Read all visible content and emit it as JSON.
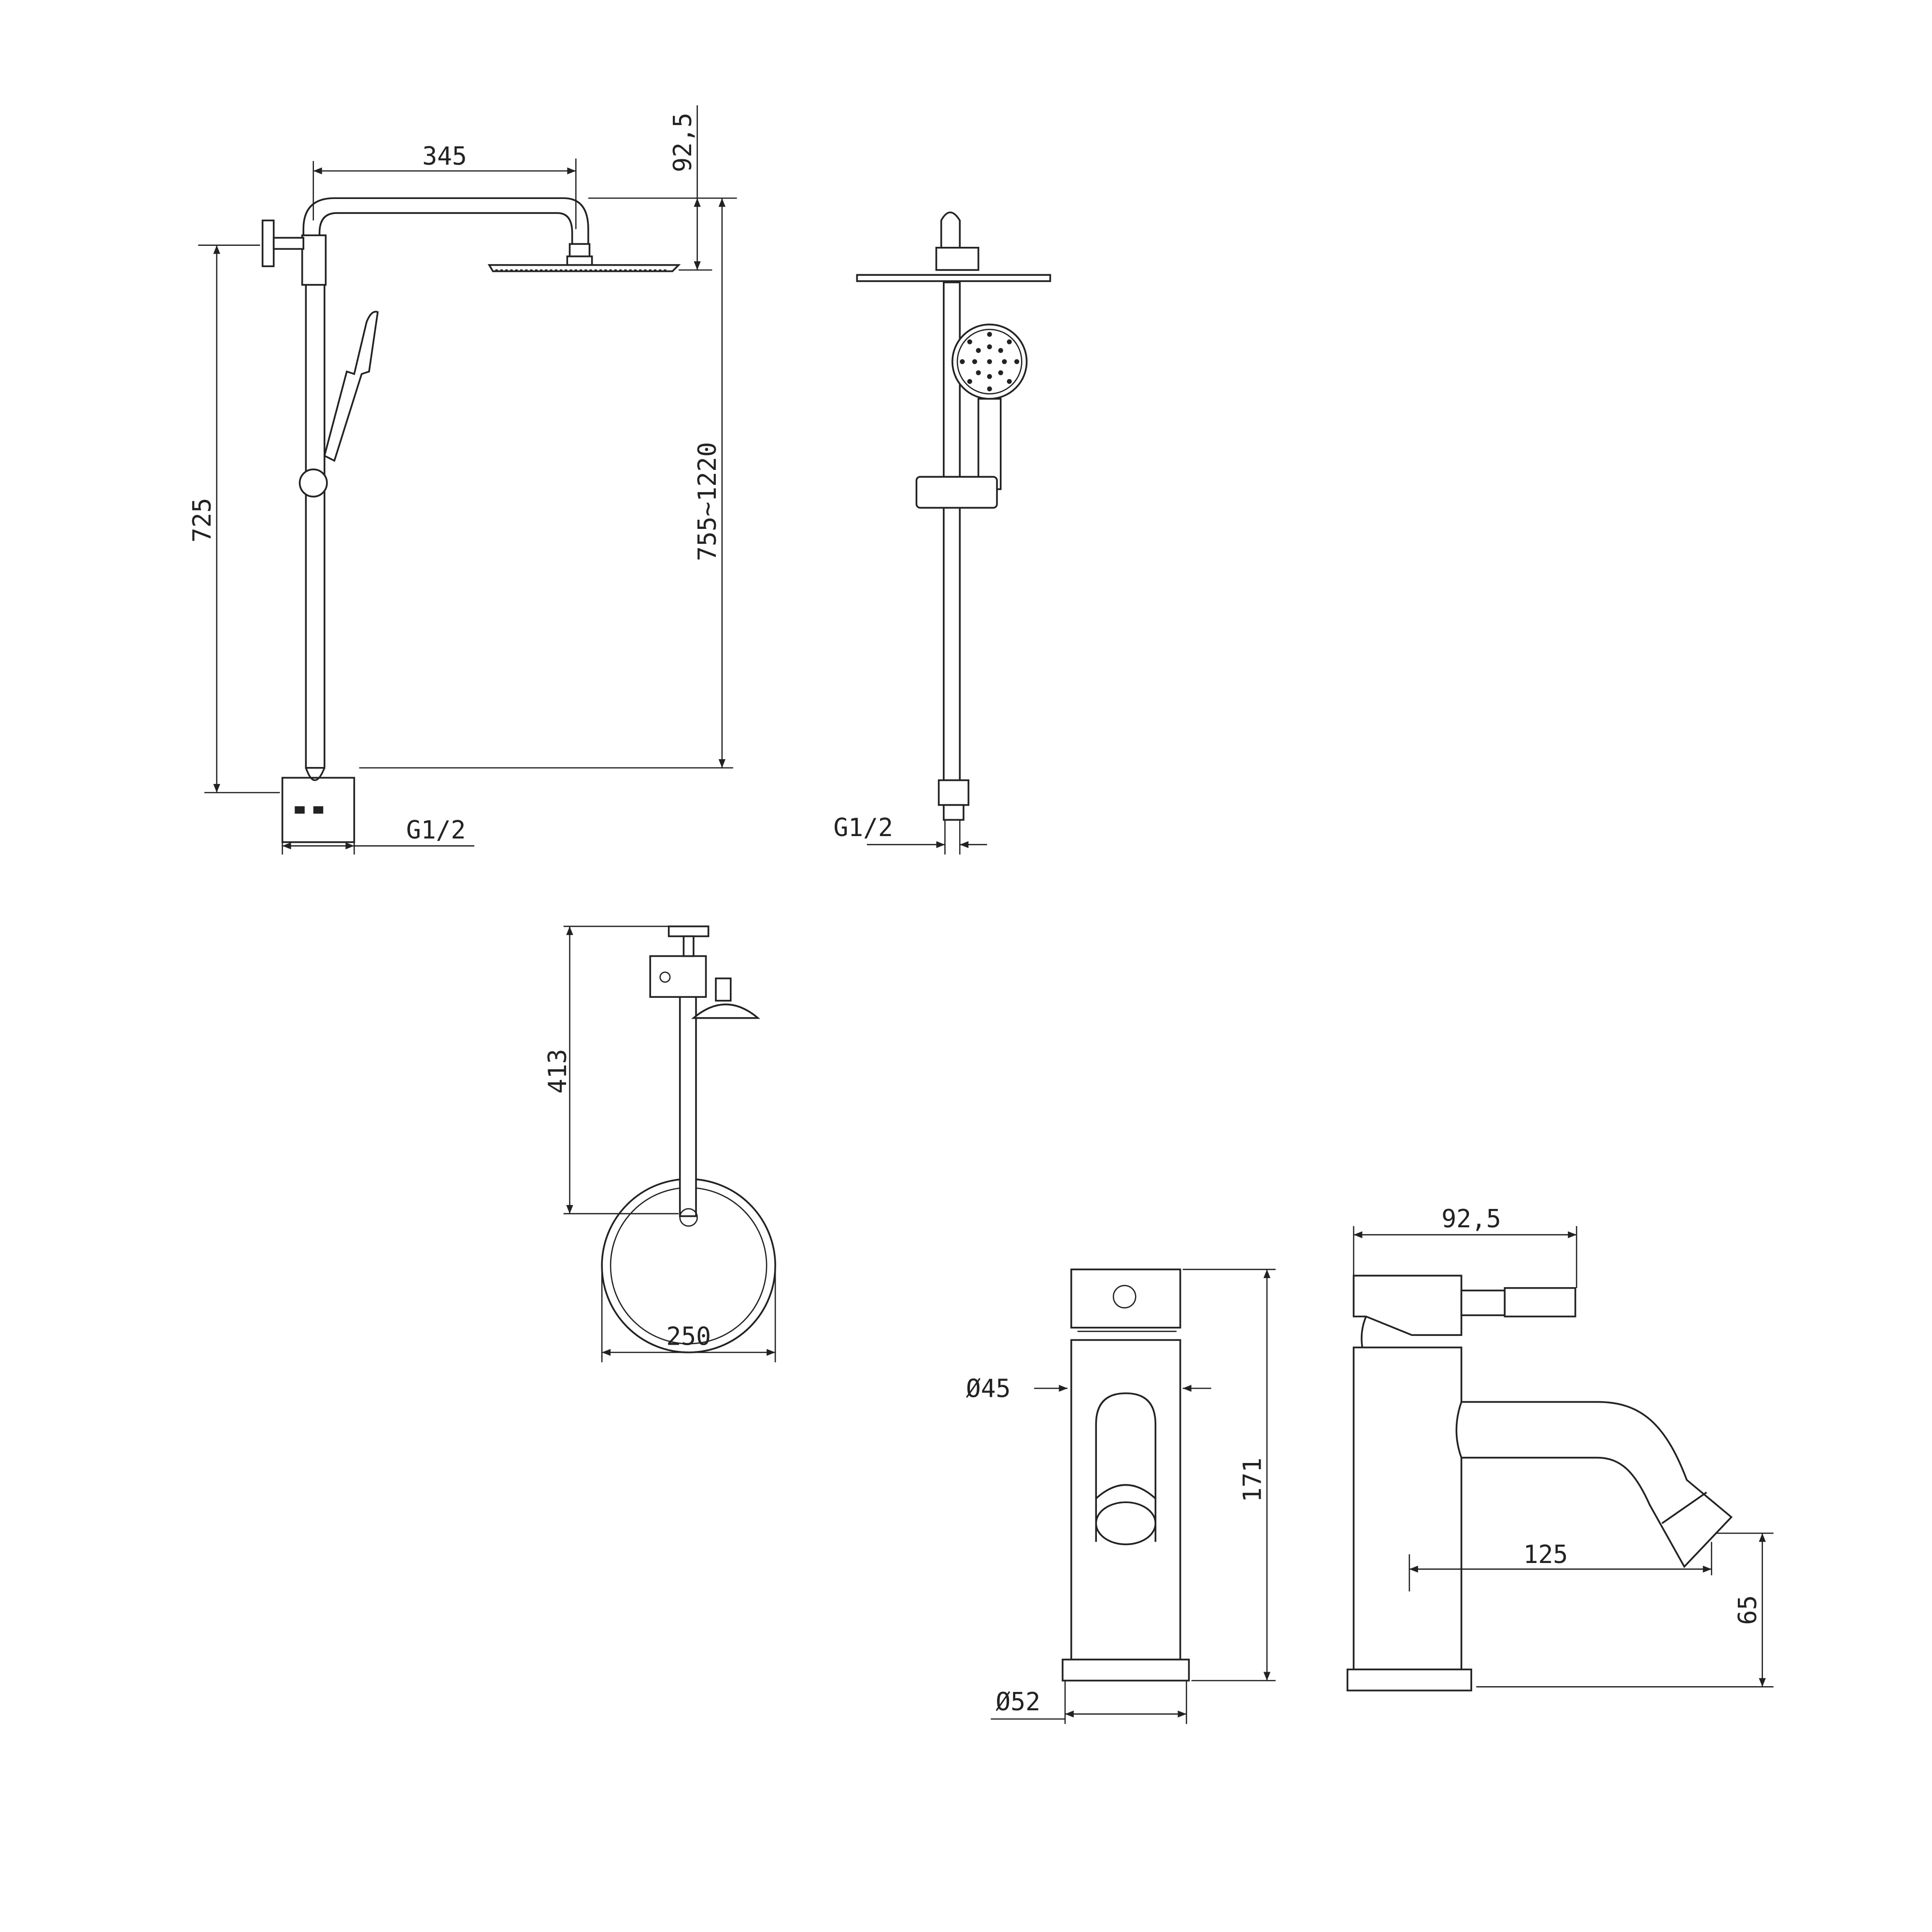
{
  "side_view": {
    "arm_length": "345",
    "head_drop": "92,5",
    "bracket_height": "725",
    "height_range": "755~1220",
    "inlet_thread": "G1/2"
  },
  "front_view": {
    "inlet_thread": "G1/2"
  },
  "top_view": {
    "projection": "413",
    "head_diameter": "250"
  },
  "basin_front_view": {
    "body_diameter": "Ø45",
    "height": "171",
    "base_diameter": "Ø52"
  },
  "basin_side_view": {
    "lever_reach": "92,5",
    "spout_reach": "125",
    "spout_height": "65"
  }
}
